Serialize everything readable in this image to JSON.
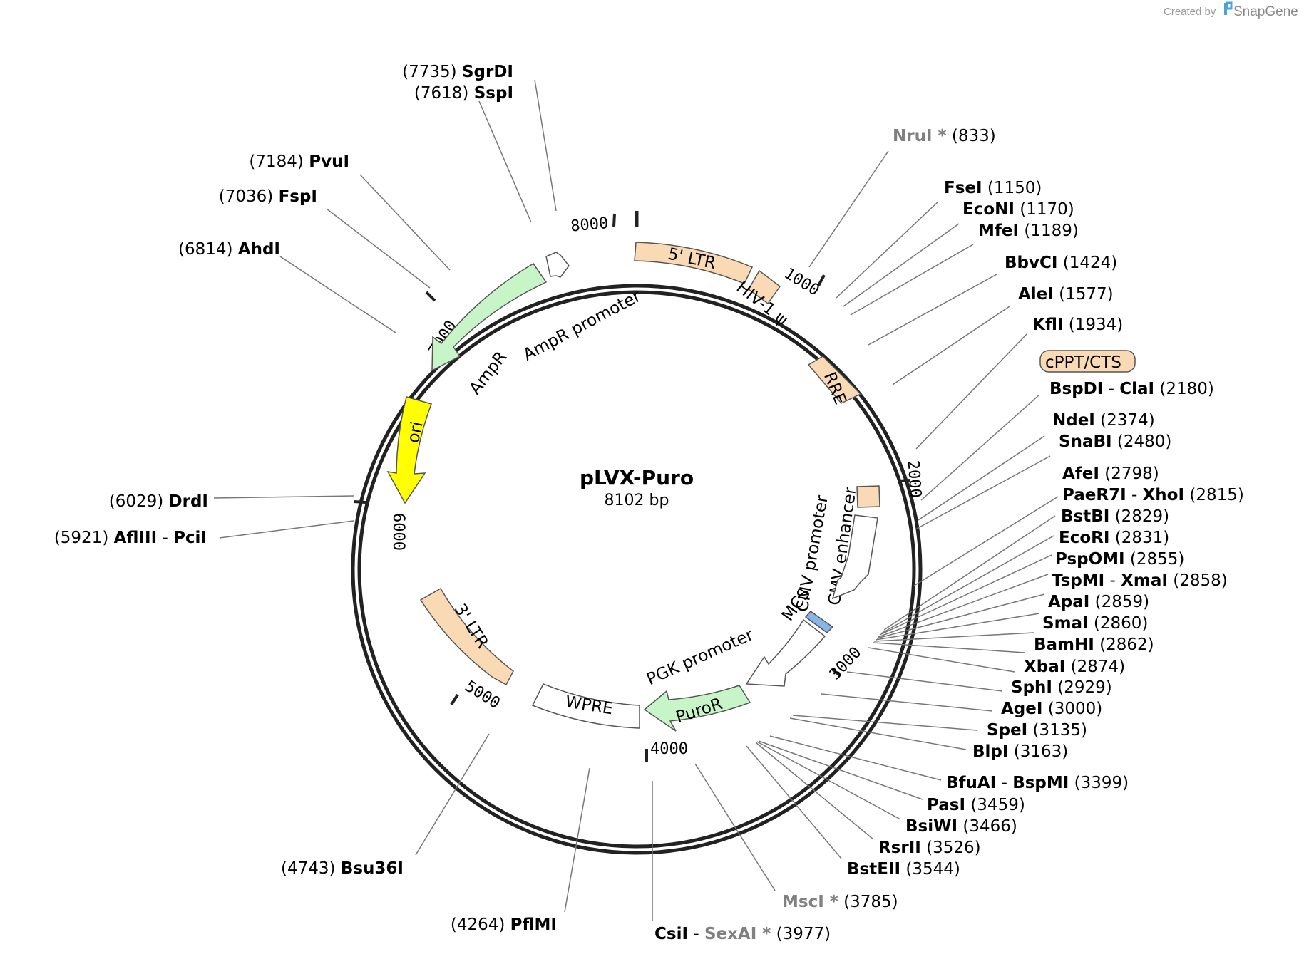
{
  "credit": {
    "prefix": "Created by",
    "brand": "SnapGene"
  },
  "plasmid": {
    "name": "pLVX-Puro",
    "size": "8102 bp"
  },
  "ticks": [
    "1000",
    "2000",
    "3000",
    "4000",
    "5000",
    "6000",
    "7000",
    "8000"
  ],
  "features": [
    {
      "id": "ltr5",
      "label": "5' LTR",
      "color": "#fad9b5"
    },
    {
      "id": "hiv",
      "label": "HIV-1 ψ",
      "color": "#fad9b5"
    },
    {
      "id": "rre",
      "label": "RRE",
      "color": "#fad9b5"
    },
    {
      "id": "cppt",
      "label": "cPPT/CTS",
      "color": "#fad9b5"
    },
    {
      "id": "cmvenh",
      "label": "CMV enhancer",
      "color": "#fad9b5"
    },
    {
      "id": "cmvprom",
      "label": "CMV promoter",
      "color": "#ffffff"
    },
    {
      "id": "mcs",
      "label": "MCS",
      "color": "#88b4e8"
    },
    {
      "id": "pgk",
      "label": "PGK promoter",
      "color": "#ffffff"
    },
    {
      "id": "puro",
      "label": "PuroR",
      "color": "#c8f5c8"
    },
    {
      "id": "wpre",
      "label": "WPRE",
      "color": "#ffffff"
    },
    {
      "id": "ltr3",
      "label": "3' LTR",
      "color": "#fad9b5"
    },
    {
      "id": "ori",
      "label": "ori",
      "color": "#ffff00"
    },
    {
      "id": "ampr",
      "label": "AmpR",
      "color": "#c8f5c8"
    },
    {
      "id": "amprprom",
      "label": "AmpR promoter",
      "color": "#ffffff"
    }
  ],
  "sites": [
    {
      "name": "SgrDI",
      "pos": "(7735)"
    },
    {
      "name": "SspI",
      "pos": "(7618)"
    },
    {
      "name": "PvuI",
      "pos": "(7184)"
    },
    {
      "name": "FspI",
      "pos": "(7036)"
    },
    {
      "name": "AhdI",
      "pos": "(6814)"
    },
    {
      "name": "DrdI",
      "pos": "(6029)"
    },
    {
      "name": "AflIII",
      "name2": "PciI",
      "pos": "(5921)"
    },
    {
      "name": "Bsu36I",
      "pos": "(4743)"
    },
    {
      "name": "PflMI",
      "pos": "(4264)"
    },
    {
      "name": "CsiI",
      "name2": "SexAI *",
      "pos": "(3977)"
    },
    {
      "name": "MscI *",
      "pos": "(3785)"
    },
    {
      "name": "BstEII",
      "pos": "(3544)"
    },
    {
      "name": "RsrII",
      "pos": "(3526)"
    },
    {
      "name": "BsiWI",
      "pos": "(3466)"
    },
    {
      "name": "PasI",
      "pos": "(3459)"
    },
    {
      "name": "BfuAI",
      "name2": "BspMI",
      "pos": "(3399)"
    },
    {
      "name": "BlpI",
      "pos": "(3163)"
    },
    {
      "name": "SpeI",
      "pos": "(3135)"
    },
    {
      "name": "AgeI",
      "pos": "(3000)"
    },
    {
      "name": "SphI",
      "pos": "(2929)"
    },
    {
      "name": "XbaI",
      "pos": "(2874)"
    },
    {
      "name": "BamHI",
      "pos": "(2862)"
    },
    {
      "name": "SmaI",
      "pos": "(2860)"
    },
    {
      "name": "ApaI",
      "pos": "(2859)"
    },
    {
      "name": "TspMI",
      "name2": "XmaI",
      "pos": "(2858)"
    },
    {
      "name": "PspOMI",
      "pos": "(2855)"
    },
    {
      "name": "EcoRI",
      "pos": "(2831)"
    },
    {
      "name": "BstBI",
      "pos": "(2829)"
    },
    {
      "name": "PaeR7I",
      "name2": "XhoI",
      "pos": "(2815)"
    },
    {
      "name": "AfeI",
      "pos": "(2798)"
    },
    {
      "name": "SnaBI",
      "pos": "(2480)"
    },
    {
      "name": "NdeI",
      "pos": "(2374)"
    },
    {
      "name": "BspDI",
      "name2": "ClaI",
      "pos": "(2180)"
    },
    {
      "name": "KflI",
      "pos": "(1934)"
    },
    {
      "name": "AleI",
      "pos": "(1577)"
    },
    {
      "name": "BbvCI",
      "pos": "(1424)"
    },
    {
      "name": "MfeI",
      "pos": "(1189)"
    },
    {
      "name": "EcoNI",
      "pos": "(1170)"
    },
    {
      "name": "FseI",
      "pos": "(1150)"
    },
    {
      "name": "NruI *",
      "pos": "(833)"
    }
  ]
}
